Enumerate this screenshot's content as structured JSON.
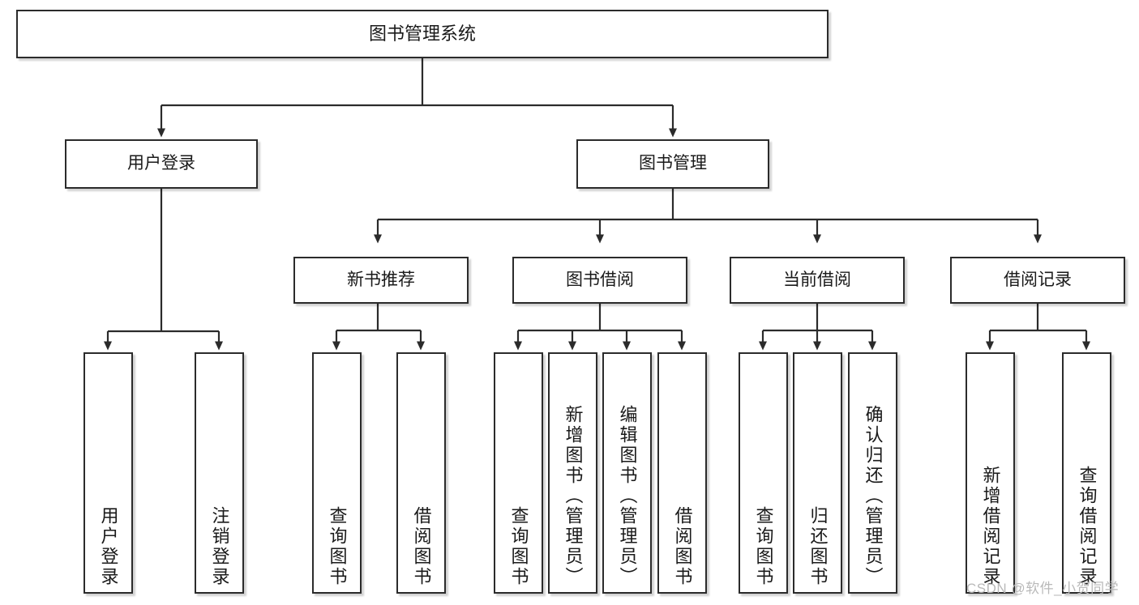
{
  "diagram": {
    "title": "图书管理系统",
    "type": "hierarchy-tree",
    "colors": {
      "box_border": "#2b2b2b",
      "box_fill": "#ffffff",
      "connector": "#2b2b2b",
      "text": "#1a1a1a",
      "watermark": "#b9b9b9"
    },
    "root": {
      "label": "图书管理系统"
    },
    "level2": [
      {
        "label": "用户登录"
      },
      {
        "label": "图书管理"
      }
    ],
    "level3": [
      {
        "label": "新书推荐"
      },
      {
        "label": "图书借阅"
      },
      {
        "label": "当前借阅"
      },
      {
        "label": "借阅记录"
      }
    ],
    "leaves": {
      "user_login": [
        {
          "label": "用户登录"
        },
        {
          "label": "注销登录"
        }
      ],
      "new_book_recommend": [
        {
          "label": "查询图书"
        },
        {
          "label": "借阅图书"
        }
      ],
      "book_borrow": [
        {
          "label": "查询图书"
        },
        {
          "label": "新增图书（管理员）"
        },
        {
          "label": "编辑图书（管理员）"
        },
        {
          "label": "借阅图书"
        }
      ],
      "current_borrow": [
        {
          "label": "查询图书"
        },
        {
          "label": "归还图书"
        },
        {
          "label": "确认归还（管理员）"
        }
      ],
      "borrow_record": [
        {
          "label": "新增借阅记录"
        },
        {
          "label": "查询借阅记录"
        }
      ]
    },
    "watermark": "CSDN @软件_小贺同学"
  }
}
